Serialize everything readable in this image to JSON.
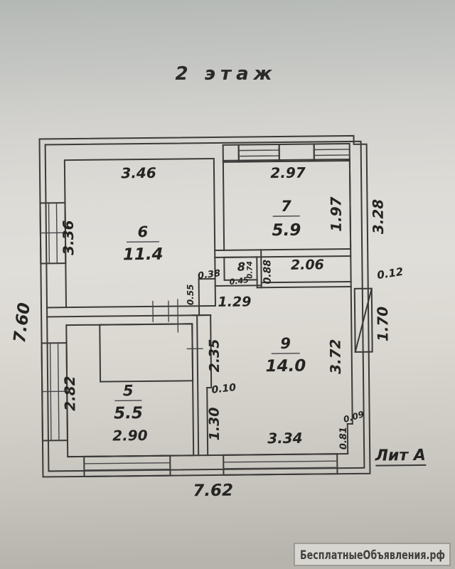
{
  "title": "2 этаж",
  "plan": {
    "litera": "Лит А",
    "rooms": {
      "r6": {
        "number": "6",
        "area": "11.4"
      },
      "r7": {
        "number": "7",
        "area": "5.9"
      },
      "r8": {
        "number": "8",
        "area": "0.45"
      },
      "r9": {
        "number": "9",
        "area": "14.0"
      },
      "r5": {
        "number": "5",
        "area": "5.5"
      }
    },
    "dims": {
      "r6_top": "3.46",
      "r6_left": "3.36",
      "r7_top": "2.97",
      "r7_right": "1.97",
      "r8_h": "0.74",
      "nook_w": "2.06",
      "nook_d": "0.88",
      "hall": "1.29",
      "jog_w": "0.38",
      "jog_h": "0.55",
      "r9_left_up": "2.35",
      "r9_step": "0.10",
      "r9_left_low": "1.30",
      "r9_bottom": "3.34",
      "r9_right": "3.72",
      "r9_jog": "0.09",
      "r9_right_low": "0.81",
      "r5_left": "2.82",
      "r5_bottom": "2.90",
      "outer_left": "7.60",
      "outer_bottom": "7.62",
      "right_top": "3.28",
      "right_jog": "0.12",
      "right_window": "1.70"
    }
  },
  "watermark": {
    "text": "БесплатныеОбъявления.рф"
  },
  "colors": {
    "ink": "#3a3a38",
    "paper": "#dcdad5",
    "watermark_bg": "#d8d6d1"
  }
}
